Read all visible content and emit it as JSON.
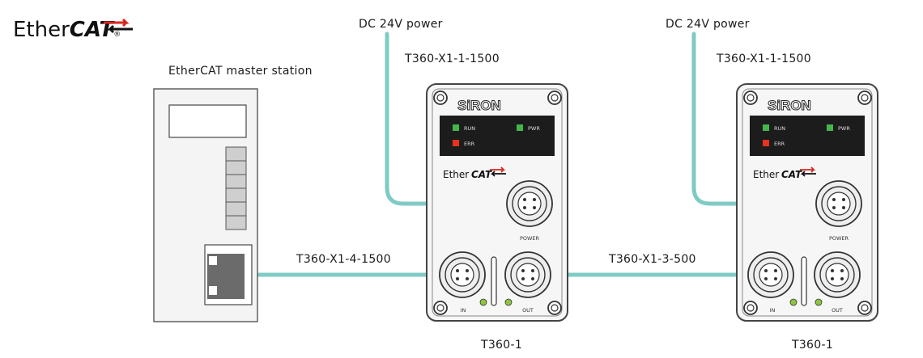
{
  "logo": {
    "prefix": "Ether",
    "suffix": "CAT",
    "mark": "®"
  },
  "master": {
    "label": "EtherCAT master station"
  },
  "power_labels": [
    "DC 24V power",
    "DC 24V power"
  ],
  "power_cable_labels": [
    "T360-X1-1-1500",
    "T360-X1-1-1500"
  ],
  "net_cable_labels": [
    "T360-X1-4-1500",
    "T360-X1-3-500"
  ],
  "device": {
    "brand": "SiRON",
    "led_run": "RUN",
    "led_err": "ERR",
    "led_pwr": "PWR",
    "bus_logo_prefix": "Ether",
    "bus_logo_suffix": "CAT",
    "port_power": "POWER",
    "port_in": "IN",
    "port_out": "OUT",
    "name": "T360-1"
  },
  "devices": [
    {
      "name": "T360-1"
    },
    {
      "name": "T360-1"
    }
  ],
  "colors": {
    "cable": "#7fcbc4",
    "led_green": "#44b549",
    "led_red": "#e8321e",
    "led_panel": "#1c1c1c",
    "logo_red": "#d7261e"
  }
}
